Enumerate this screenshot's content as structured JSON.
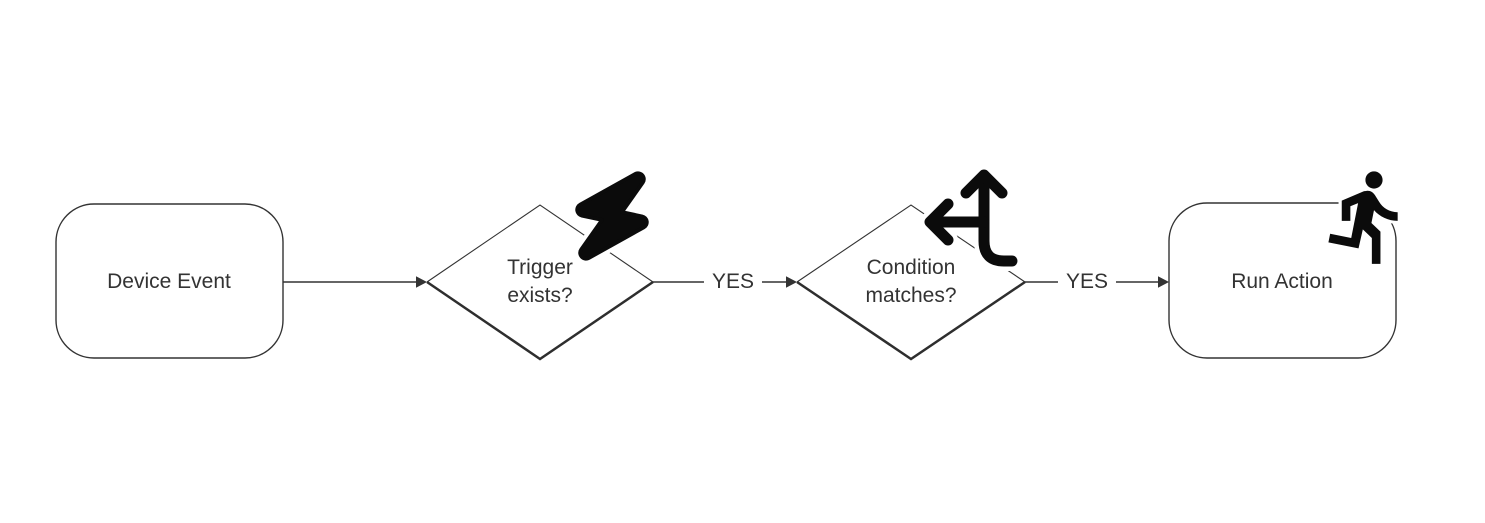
{
  "diagram": {
    "background_color": "#ffffff",
    "line_color": "#333333",
    "text_color": "#333333",
    "icon_color": "#0b0b0b",
    "nodes": [
      {
        "id": "device-event",
        "shape": "rounded-rectangle",
        "label": "Device Event",
        "icon": null
      },
      {
        "id": "trigger-exists",
        "shape": "diamond",
        "label": "Trigger exists?",
        "icon": "lightning-bolt-icon"
      },
      {
        "id": "condition-matches",
        "shape": "diamond",
        "label": "Condition matches?",
        "icon": "split-arrows-icon"
      },
      {
        "id": "run-action",
        "shape": "rounded-rectangle",
        "label": "Run Action",
        "icon": "running-person-icon"
      }
    ],
    "edges": [
      {
        "from": "device-event",
        "to": "trigger-exists",
        "label": ""
      },
      {
        "from": "trigger-exists",
        "to": "condition-matches",
        "label": "YES"
      },
      {
        "from": "condition-matches",
        "to": "run-action",
        "label": "YES"
      }
    ]
  }
}
